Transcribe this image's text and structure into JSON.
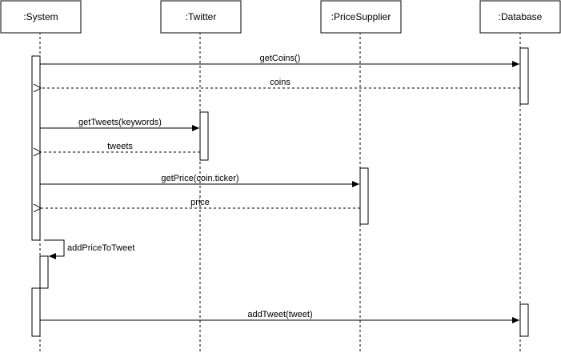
{
  "participants": [
    {
      "id": "system",
      "label": ":System"
    },
    {
      "id": "twitter",
      "label": ":Twitter"
    },
    {
      "id": "price_supplier",
      "label": ":PriceSupplier"
    },
    {
      "id": "database",
      "label": ":Database"
    }
  ],
  "messages": [
    {
      "id": "getcoins",
      "from": "system",
      "to": "database",
      "label": "getCoins()",
      "kind": "call"
    },
    {
      "id": "coins",
      "from": "database",
      "to": "system",
      "label": "coins",
      "kind": "return"
    },
    {
      "id": "gettweets",
      "from": "system",
      "to": "twitter",
      "label": "getTweets(keywords)",
      "kind": "call"
    },
    {
      "id": "tweets",
      "from": "twitter",
      "to": "system",
      "label": "tweets",
      "kind": "return"
    },
    {
      "id": "getprice",
      "from": "system",
      "to": "price_supplier",
      "label": "getPrice(coin.ticker)",
      "kind": "call"
    },
    {
      "id": "price",
      "from": "price_supplier",
      "to": "system",
      "label": "price",
      "kind": "return"
    },
    {
      "id": "addpricetotweet",
      "from": "system",
      "to": "system",
      "label": "addPriceToTweet",
      "kind": "self"
    },
    {
      "id": "addtweet",
      "from": "system",
      "to": "database",
      "label": "addTweet(tweet)",
      "kind": "call"
    }
  ]
}
